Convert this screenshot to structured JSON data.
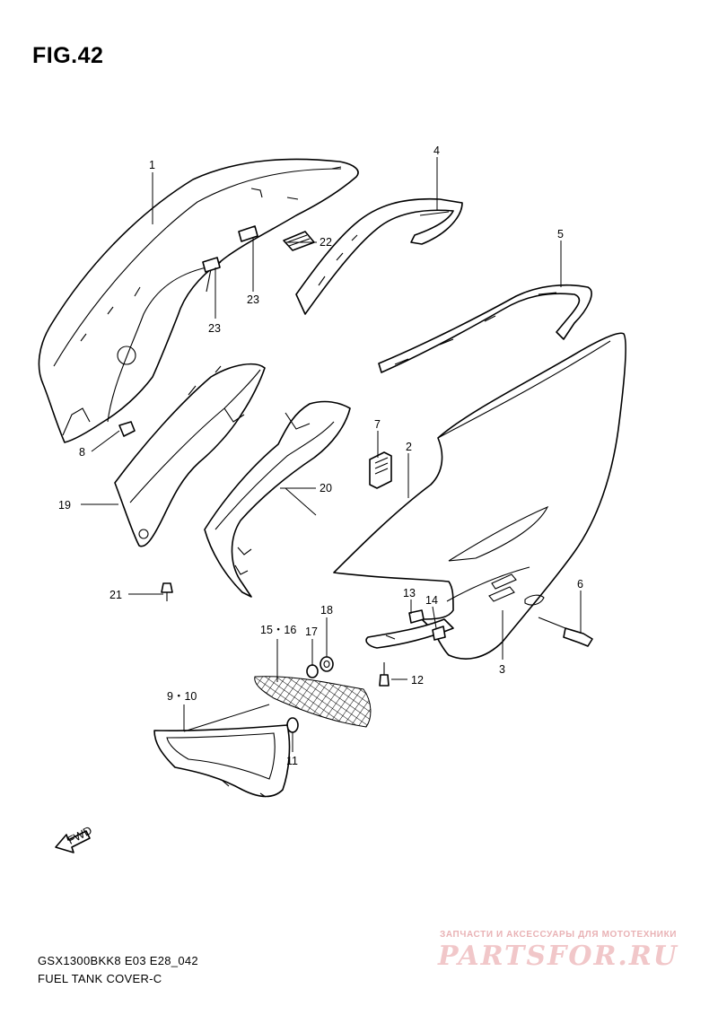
{
  "figure": {
    "title": "FIG.42"
  },
  "callouts": {
    "c1": "1",
    "c2": "2",
    "c3": "3",
    "c4": "4",
    "c5": "5",
    "c6": "6",
    "c7": "7",
    "c8": "8",
    "c9_10": "9・10",
    "c11": "11",
    "c12": "12",
    "c13": "13",
    "c14": "14",
    "c15_16": "15・16",
    "c17": "17",
    "c18": "18",
    "c19": "19",
    "c20": "20",
    "c21": "21",
    "c22": "22",
    "c23a": "23",
    "c23b": "23"
  },
  "fwd_label": "FWD",
  "footer": {
    "code": "GSX1300BKK8 E03 E28_042",
    "name": "FUEL TANK COVER-C"
  },
  "watermark": {
    "tagline": "ЗАПЧАСТИ И АКСЕССУАРЫ ДЛЯ МОТОТЕХНИКИ",
    "logo": "PARTSFOR.RU"
  }
}
